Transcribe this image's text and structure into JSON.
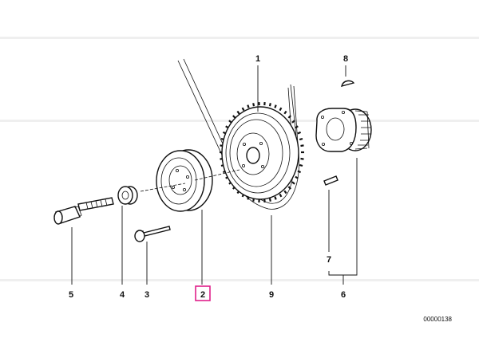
{
  "diagram": {
    "reference_number": "00000138",
    "highlighted_part": "2",
    "callouts": [
      {
        "id": "c1",
        "label": "1"
      },
      {
        "id": "c2",
        "label": "2"
      },
      {
        "id": "c3",
        "label": "3"
      },
      {
        "id": "c4",
        "label": "4"
      },
      {
        "id": "c5",
        "label": "5"
      },
      {
        "id": "c6",
        "label": "6"
      },
      {
        "id": "c7",
        "label": "7"
      },
      {
        "id": "c8",
        "label": "8"
      },
      {
        "id": "c9",
        "label": "9"
      }
    ],
    "colors": {
      "line": "#111111",
      "highlight": "#e0208a",
      "background": "#ffffff"
    }
  }
}
